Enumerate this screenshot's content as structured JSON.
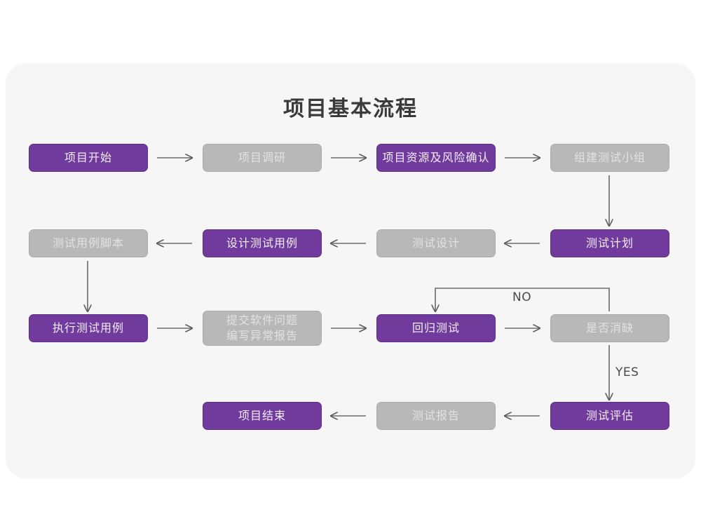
{
  "page": {
    "background": "#ffffff",
    "card_background": "#f6f6f6"
  },
  "colors": {
    "purple": "#703B9C",
    "gray": "#b8b8b8",
    "purple_text": "#f3eef8",
    "gray_text": "#e2e2e2",
    "connector": "#6b6b6b",
    "title_text": "#3a3a3a"
  },
  "diagram": {
    "title": "项目基本流程",
    "type": "flowchart",
    "nodes": [
      {
        "id": "n1",
        "label": "项目开始",
        "style": "purple",
        "row": 1,
        "col": 1
      },
      {
        "id": "n2",
        "label": "项目调研",
        "style": "gray",
        "row": 1,
        "col": 2
      },
      {
        "id": "n3",
        "label": "项目资源及风险确认",
        "style": "purple",
        "row": 1,
        "col": 3
      },
      {
        "id": "n4",
        "label": "组建测试小组",
        "style": "gray",
        "row": 1,
        "col": 4
      },
      {
        "id": "n5",
        "label": "测试用例脚本",
        "style": "gray",
        "row": 2,
        "col": 1
      },
      {
        "id": "n6",
        "label": "设计测试用例",
        "style": "purple",
        "row": 2,
        "col": 2
      },
      {
        "id": "n7",
        "label": "测试设计",
        "style": "gray",
        "row": 2,
        "col": 3
      },
      {
        "id": "n8",
        "label": "测试计划",
        "style": "purple",
        "row": 2,
        "col": 4
      },
      {
        "id": "n9",
        "label": "执行测试用例",
        "style": "purple",
        "row": 3,
        "col": 1
      },
      {
        "id": "n10",
        "label": "提交软件问题\n编写异常报告",
        "style": "gray",
        "row": 3,
        "col": 2
      },
      {
        "id": "n11",
        "label": "回归测试",
        "style": "purple",
        "row": 3,
        "col": 3
      },
      {
        "id": "n12",
        "label": "是否消缺",
        "style": "gray",
        "row": 3,
        "col": 4
      },
      {
        "id": "n13",
        "label": "项目结束",
        "style": "purple",
        "row": 4,
        "col": 2
      },
      {
        "id": "n14",
        "label": "测试报告",
        "style": "gray",
        "row": 4,
        "col": 3
      },
      {
        "id": "n15",
        "label": "测试评估",
        "style": "purple",
        "row": 4,
        "col": 4
      }
    ],
    "edges": [
      {
        "from": "n1",
        "to": "n2",
        "direction": "right",
        "label": ""
      },
      {
        "from": "n2",
        "to": "n3",
        "direction": "right",
        "label": ""
      },
      {
        "from": "n3",
        "to": "n4",
        "direction": "right",
        "label": ""
      },
      {
        "from": "n4",
        "to": "n8",
        "direction": "down",
        "label": ""
      },
      {
        "from": "n8",
        "to": "n7",
        "direction": "left",
        "label": ""
      },
      {
        "from": "n7",
        "to": "n6",
        "direction": "left",
        "label": ""
      },
      {
        "from": "n6",
        "to": "n5",
        "direction": "left",
        "label": ""
      },
      {
        "from": "n5",
        "to": "n9",
        "direction": "down",
        "label": ""
      },
      {
        "from": "n9",
        "to": "n10",
        "direction": "right",
        "label": ""
      },
      {
        "from": "n10",
        "to": "n11",
        "direction": "right",
        "label": ""
      },
      {
        "from": "n11",
        "to": "n12",
        "direction": "right",
        "label": ""
      },
      {
        "from": "n12",
        "to": "n11",
        "direction": "loop-up-left",
        "label": "NO"
      },
      {
        "from": "n12",
        "to": "n15",
        "direction": "down",
        "label": "YES"
      },
      {
        "from": "n15",
        "to": "n14",
        "direction": "left",
        "label": ""
      },
      {
        "from": "n14",
        "to": "n13",
        "direction": "left",
        "label": ""
      }
    ],
    "edge_labels": {
      "no": "NO",
      "yes": "YES"
    }
  }
}
